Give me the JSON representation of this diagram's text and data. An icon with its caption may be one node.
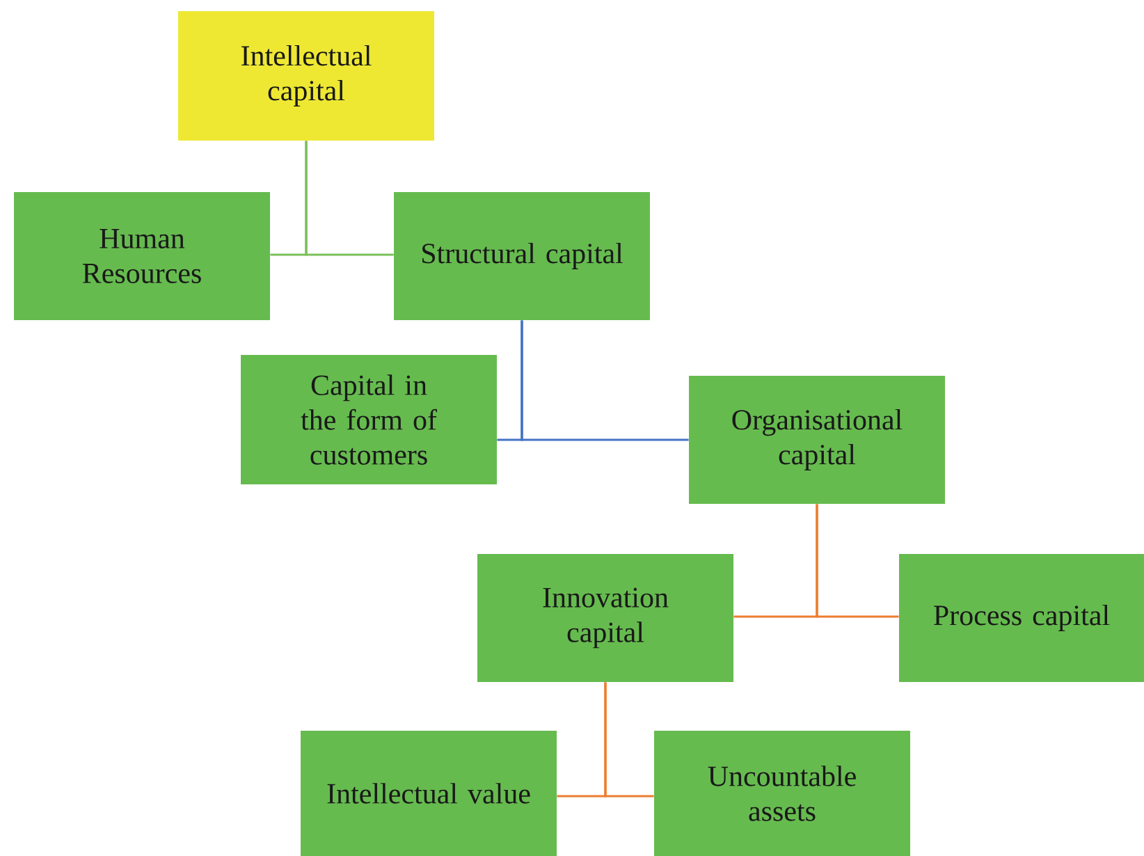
{
  "diagram": {
    "nodes": [
      {
        "text": [
          "Intellectual capital"
        ]
      },
      {
        "text": [
          "Human Resources"
        ]
      },
      {
        "text": [
          "Structural capital"
        ]
      },
      {
        "text": [
          "Capital in the form of customers"
        ]
      },
      {
        "text": [
          "Organisational capital"
        ]
      },
      {
        "text": [
          "Innovation capital"
        ]
      },
      {
        "text": [
          "Process capital"
        ]
      },
      {
        "text": [
          "Intellectual value"
        ]
      },
      {
        "text": [
          "Uncountable assets"
        ]
      }
    ],
    "edges": [
      {
        "from": 0,
        "to": 1,
        "arrow": "none",
        "color": "#7cc05a"
      },
      {
        "from": 0,
        "to": 2,
        "arrow": "none",
        "color": "#7cc05a"
      },
      {
        "from": 2,
        "to": 3,
        "arrow": "none",
        "color": "#4472c4"
      },
      {
        "from": 2,
        "to": 4,
        "arrow": "none",
        "color": "#4472c4"
      },
      {
        "from": 4,
        "to": 5,
        "arrow": "none",
        "color": "#ed7d31"
      },
      {
        "from": 4,
        "to": 6,
        "arrow": "none",
        "color": "#ed7d31"
      },
      {
        "from": 5,
        "to": 7,
        "arrow": "none",
        "color": "#ed7d31"
      },
      {
        "from": 5,
        "to": 8,
        "arrow": "none",
        "color": "#ed7d31"
      }
    ]
  }
}
